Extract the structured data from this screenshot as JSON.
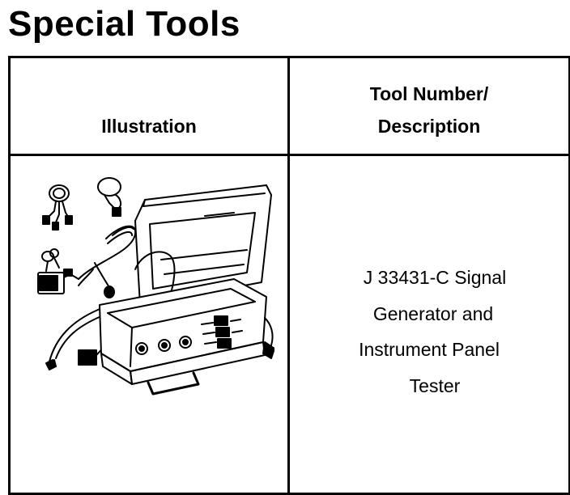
{
  "page": {
    "title": "Special Tools"
  },
  "table": {
    "headers": {
      "illustration": "Illustration",
      "description_line_1": "Tool Number/",
      "description_line_2": "Description"
    },
    "rows": [
      {
        "illustration": {
          "icon": "signal-generator-and-instrument-panel-tester-kit-illustration"
        },
        "description_lines": [
          "J 33431-C Signal",
          "Generator and",
          "Instrument Panel",
          "Tester"
        ]
      }
    ]
  }
}
